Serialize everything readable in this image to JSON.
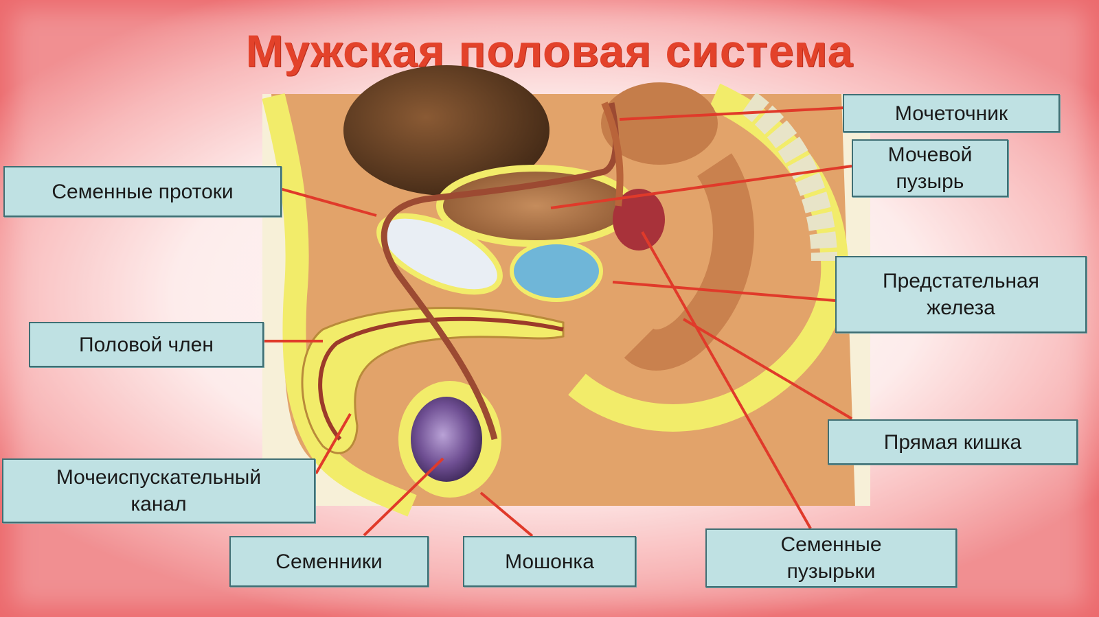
{
  "title": "Мужская половая система",
  "labels": {
    "ureter": "Мочеточник",
    "bladder": "Мочевой\nпузырь",
    "vas_deferens": "Семенные протоки",
    "prostate": "Предстательная\nжелеза",
    "penis": "Половой член",
    "rectum": "Прямая кишка",
    "urethra": "Мочеиспускательный\nканал",
    "testes": "Семенники",
    "scrotum": "Мошонка",
    "seminal_vesicles": "Семенные\nпузырьки"
  },
  "colors": {
    "title": "#e3422a",
    "label_fill": "#bfe1e3",
    "label_border": "#3f6f74",
    "pointer": "#e03a2a",
    "body_yellow": "#f2ec6a",
    "flesh": "#e2a36a"
  }
}
